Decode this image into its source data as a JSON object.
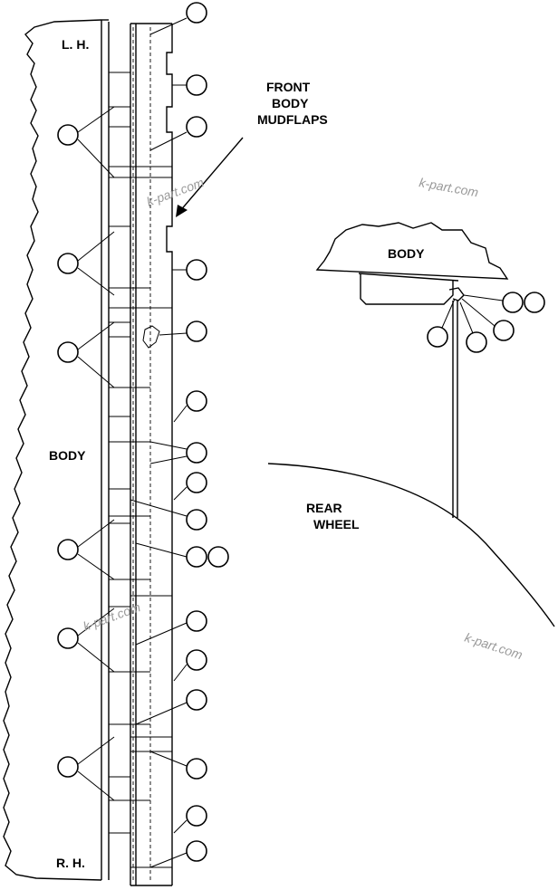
{
  "labels": {
    "lh": "L. H.",
    "rh": "R. H.",
    "body_left": "BODY",
    "front_1": "FRONT",
    "front_2": "BODY",
    "front_3": "MUDFLAPS",
    "body_detail": "BODY",
    "rear_1": "REAR",
    "rear_2": "WHEEL"
  },
  "watermarks": [
    "k-part.com",
    "k-part.com",
    "k-part.com",
    "k-part.com"
  ]
}
